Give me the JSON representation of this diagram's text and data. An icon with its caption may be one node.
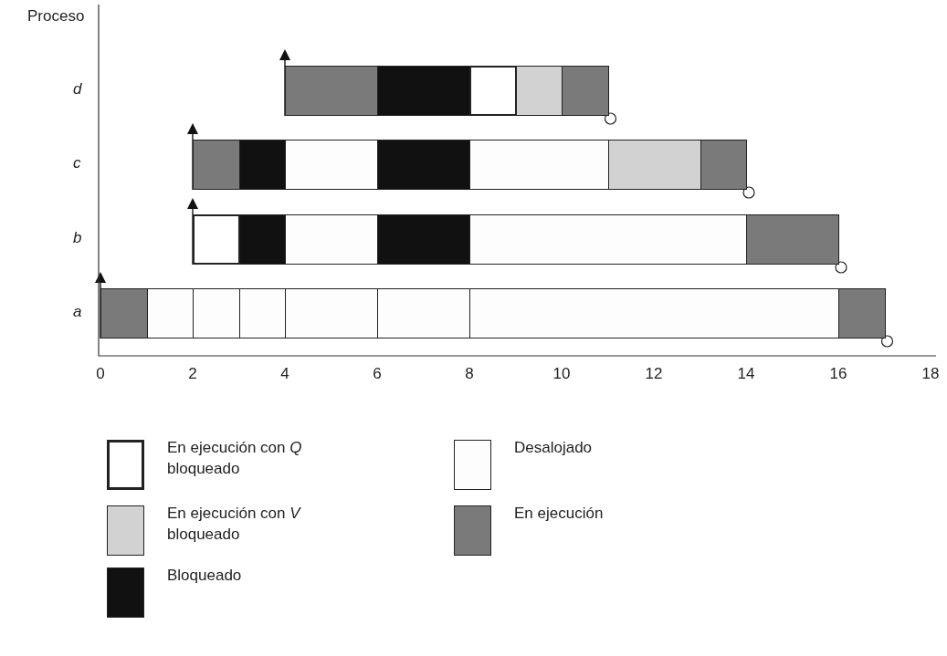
{
  "diagram": {
    "nodes": [
      {
        "text": [],
        "shape": "bar"
      },
      {
        "text": [],
        "shape": "bar"
      },
      {
        "text": [],
        "shape": "bar"
      },
      {
        "text": [],
        "shape": "bar"
      },
      {
        "text": [],
        "shape": "bar"
      },
      {
        "text": [],
        "shape": "bar"
      },
      {
        "text": [],
        "shape": "bar"
      },
      {
        "text": [],
        "shape": "bar"
      },
      {
        "text": [],
        "shape": "bar"
      },
      {
        "text": [],
        "shape": "bar"
      },
      {
        "text": [],
        "shape": "bar"
      },
      {
        "text": [],
        "shape": "bar"
      },
      {
        "text": [],
        "shape": "bar"
      },
      {
        "text": [],
        "shape": "bar"
      },
      {
        "text": [],
        "shape": "bar"
      },
      {
        "text": [],
        "shape": "bar"
      },
      {
        "text": [],
        "shape": "bar"
      },
      {
        "text": [],
        "shape": "bar"
      },
      {
        "text": [],
        "shape": "bar"
      },
      {
        "text": [],
        "shape": "bar"
      },
      {
        "text": [],
        "shape": "bar"
      },
      {
        "text": [],
        "shape": "bar"
      },
      {
        "text": [],
        "shape": "bar"
      },
      {
        "text": [],
        "shape": "bar"
      },
      {
        "text": [],
        "shape": "bar"
      },
      {
        "text": [],
        "shape": "bar"
      }
    ],
    "labels": [
      "Proceso",
      "d",
      "c",
      "b",
      "a",
      "0",
      "2",
      "4",
      "6",
      "8",
      "10",
      "12",
      "14",
      "16",
      "18"
    ],
    "legend": [
      {
        "text": "En ejecución con *Q* bloqueado",
        "color": "#ffffff"
      },
      {
        "text": "Desalojado",
        "color": "#fdfdfd"
      },
      {
        "text": "En ejecución con *V* bloqueado",
        "color": "#d2d2d2"
      },
      {
        "text": "En ejecución",
        "color": "#7a7a7a"
      },
      {
        "text": "Bloqueado",
        "color": "#111111"
      }
    ]
  }
}
